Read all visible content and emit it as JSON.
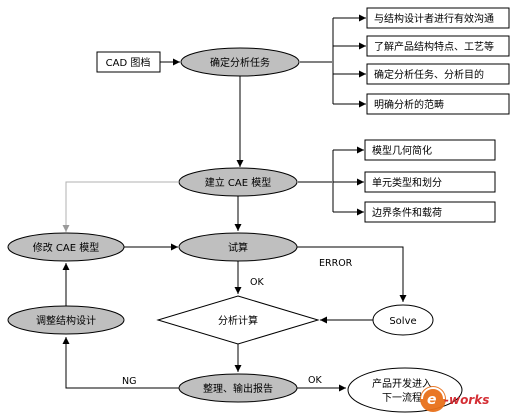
{
  "nodes": {
    "cad_drawing": "CAD 图档",
    "define_task": "确定分析任务",
    "build_model": "建立 CAE 模型",
    "modify_model": "修改 CAE 模型",
    "trial_calc": "试算",
    "adjust_design": "调整结构设计",
    "analysis_calc": "分析计算",
    "solve": "Solve",
    "report": "整理、输出报告",
    "next_process": "产品开发进入下一流程",
    "next_process_line1": "产品开发进入",
    "next_process_line2": "下一流程"
  },
  "task_items": [
    "与结构设计者进行有效沟通",
    "了解产品结构特点、工艺等",
    "确定分析任务、分析目的",
    "明确分析的范畴"
  ],
  "model_items": [
    "模型几何简化",
    "单元类型和划分",
    "边界条件和载荷"
  ],
  "edge_labels": {
    "ok_down": "OK",
    "error": "ERROR",
    "ng": "NG",
    "ok_right": "OK"
  },
  "watermark": "e-works",
  "colors": {
    "ellipse_fill": "#bfbfbf",
    "stroke": "#000000",
    "gray_line": "#b0b0b0",
    "logo_orange": "#e8701a",
    "logo_red": "#d2232a"
  }
}
